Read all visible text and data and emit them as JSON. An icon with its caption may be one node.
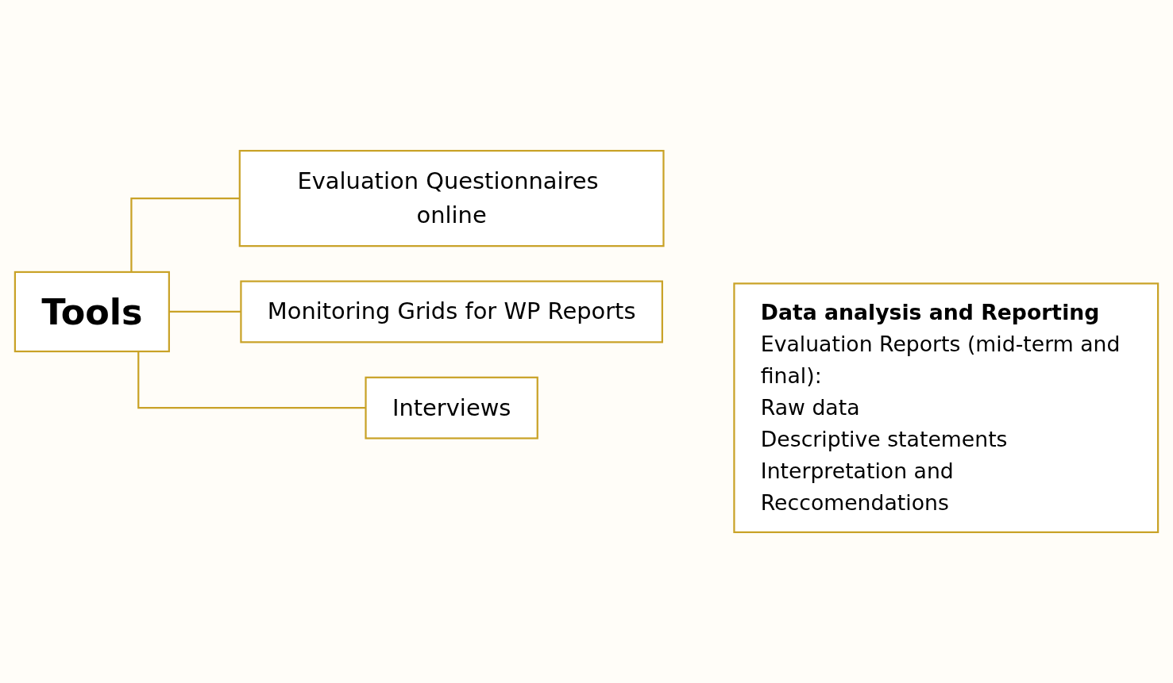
{
  "diagram": {
    "nodes": [
      {
        "text": [
          "Tools"
        ]
      },
      {
        "text": [
          "Evaluation Questionnaires online"
        ]
      },
      {
        "text": [
          "Monitoring Grids for WP Reports"
        ]
      },
      {
        "text": [
          "Interviews"
        ]
      },
      {
        "text": [
          "Data analysis and Reporting",
          "Evaluation Reports (mid-term and final):",
          "Raw data",
          "Descriptive statements",
          "Interpretation and Reccomendations"
        ]
      }
    ],
    "edges": [
      {
        "from": 0,
        "to": 1,
        "arrow": "none"
      },
      {
        "from": 0,
        "to": 2,
        "arrow": "none"
      },
      {
        "from": 0,
        "to": 3,
        "arrow": "none"
      }
    ]
  }
}
